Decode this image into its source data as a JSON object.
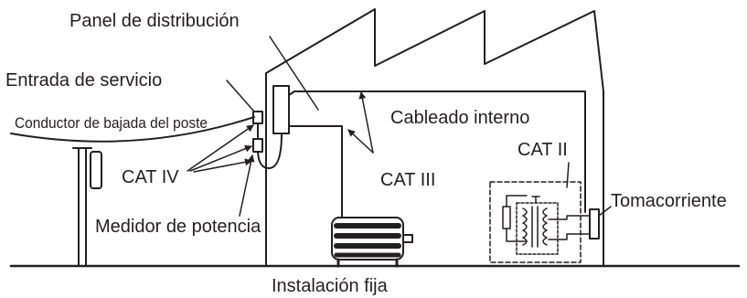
{
  "labels": {
    "distribution_panel": "Panel de distribución",
    "service_entrance": "Entrada de servicio",
    "pole_drop_conductor": "Conductor de bajada del poste",
    "internal_wiring": "Cableado interno",
    "cat_ii": "CAT II",
    "cat_iii": "CAT III",
    "cat_iv": "CAT IV",
    "outlet": "Tomacorriente",
    "power_meter": "Medidor de potencia",
    "fixed_installation": "Instalación fija"
  },
  "colors": {
    "line": "#231f20",
    "background": "#ffffff"
  }
}
